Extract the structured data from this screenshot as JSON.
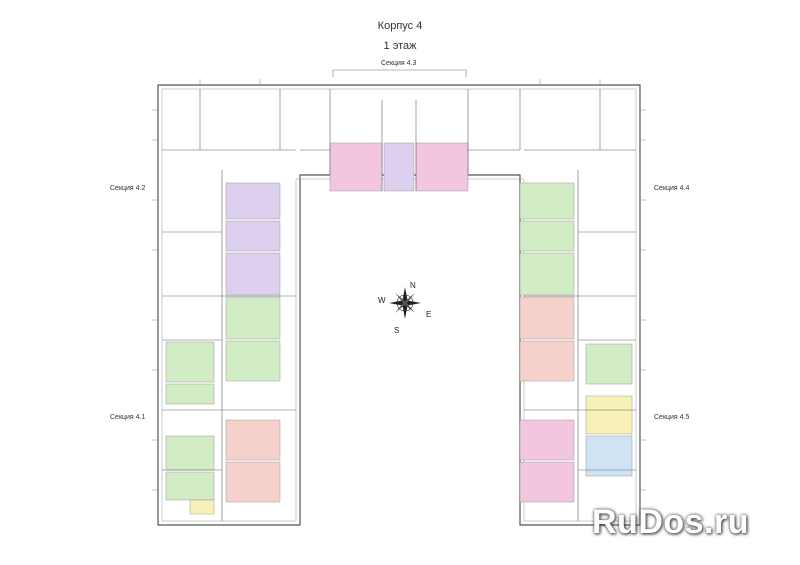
{
  "title": "Корпус 4",
  "subtitle": "1 этаж",
  "sections": {
    "s43": "Секция 4.3",
    "s42": "Секция 4.2",
    "s44": "Секция 4.4",
    "s41": "Секция 4.1",
    "s45": "Секция 4.5"
  },
  "compass": {
    "n": "N",
    "s": "S",
    "w": "W",
    "e": "E"
  },
  "watermark": "RuDos.ru",
  "colors": {
    "pink": "#f2c6df",
    "lavender": "#dcd0ee",
    "green": "#d2ecc6",
    "salmon": "#f6d0cb",
    "blue": "#cfe3f5",
    "yellow": "#f7f1b8",
    "wall": "#555555"
  }
}
